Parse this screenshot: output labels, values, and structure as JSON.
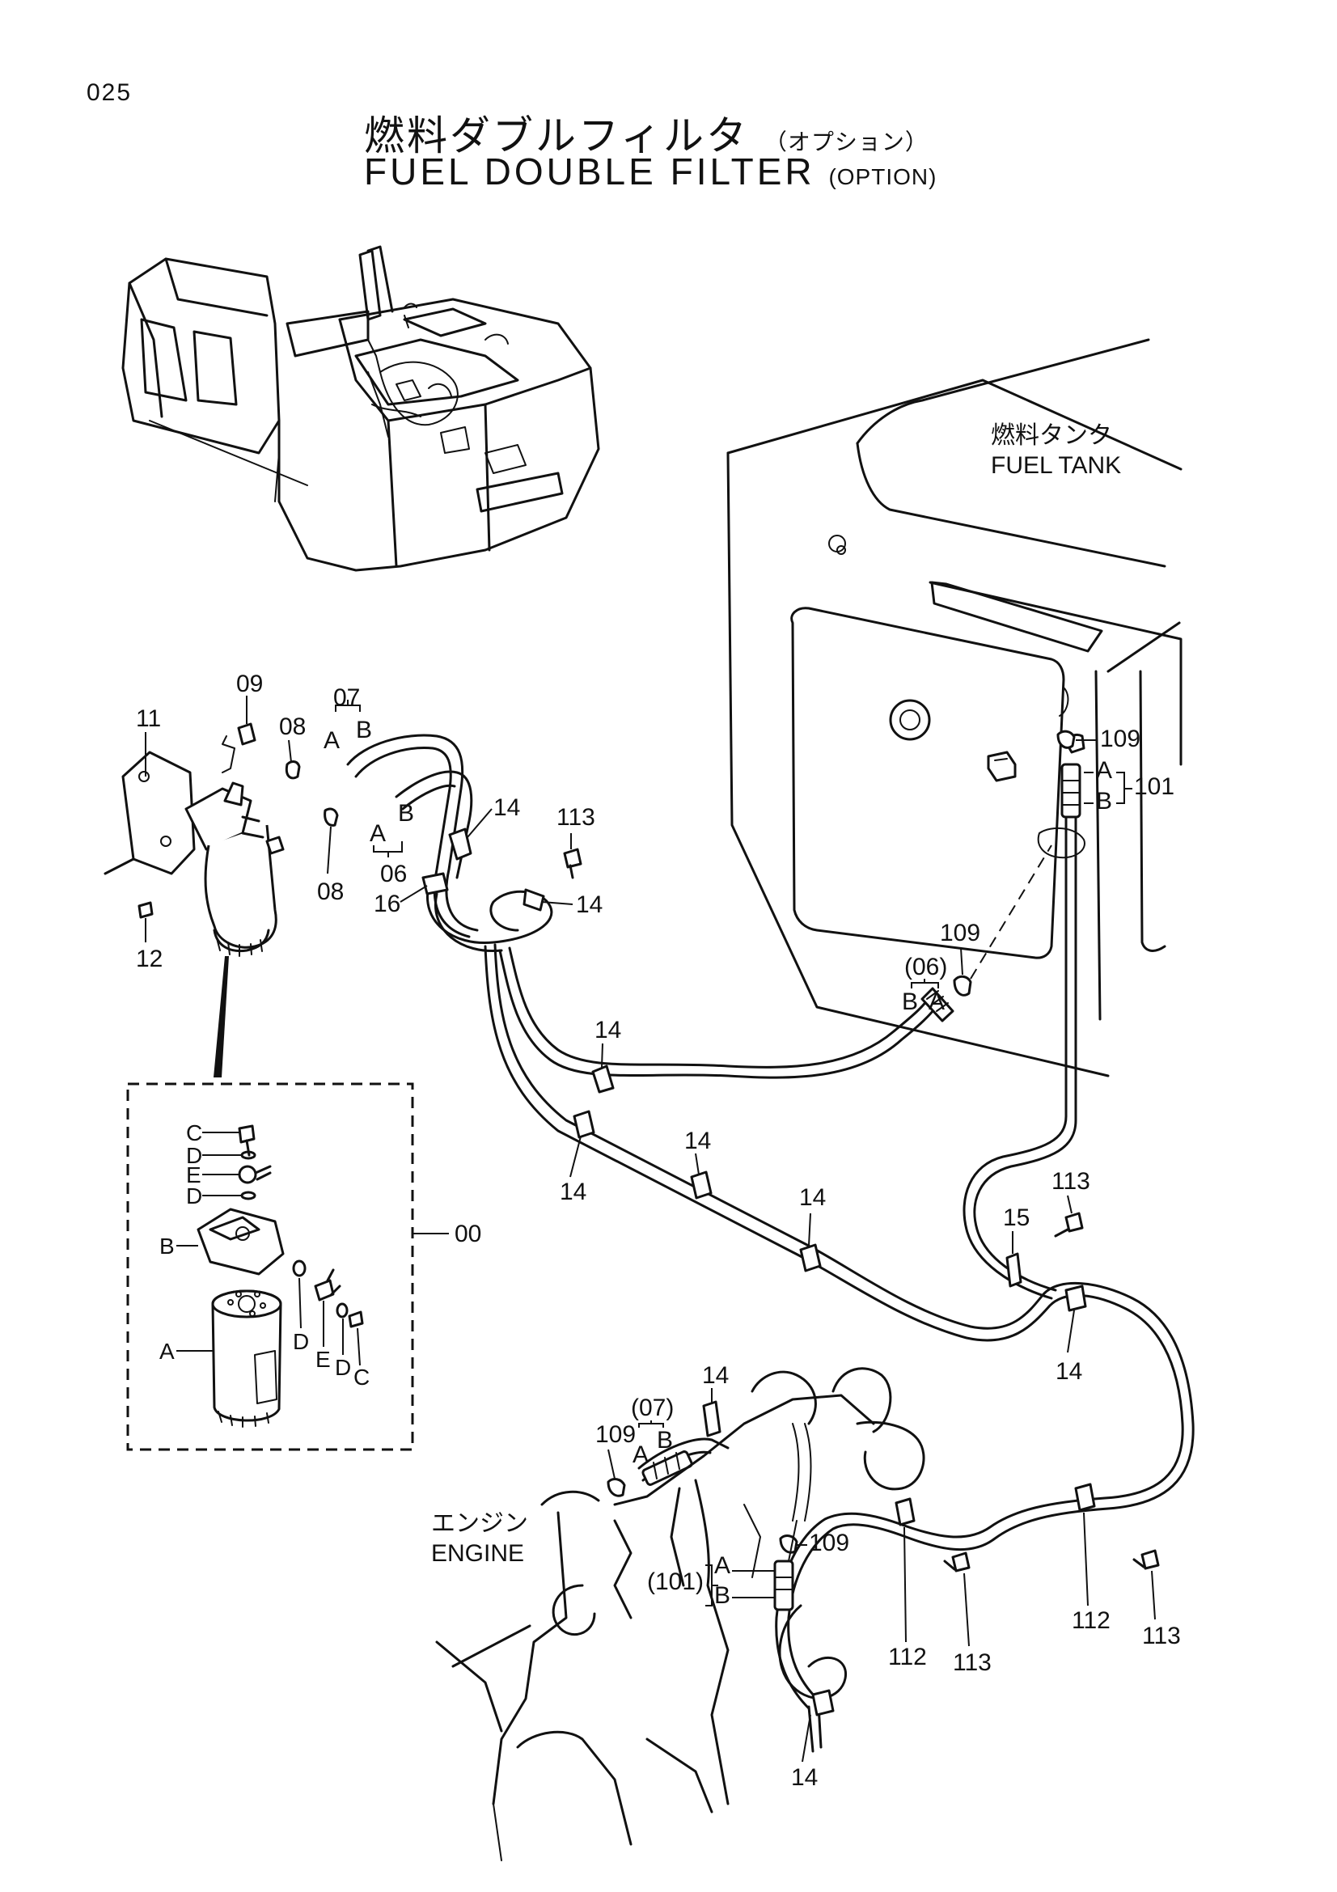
{
  "page": {
    "number": "025",
    "title_jp": "燃料ダブルフィルタ",
    "title_jp_suffix": "（オプション）",
    "title_en": "FUEL DOUBLE FILTER",
    "title_en_suffix": "(OPTION)"
  },
  "annotations": {
    "fuel_tank_jp": "燃料タンク",
    "fuel_tank_en": "FUEL TANK",
    "engine_jp": "エンジン",
    "engine_en": "ENGINE"
  },
  "parts": {
    "p00": "00",
    "p06": "06",
    "p07": "07",
    "p06_ref": "(06)",
    "p07_ref": "(07)",
    "p08": "08",
    "p09": "09",
    "p11": "11",
    "p12": "12",
    "p14": "14",
    "p15": "15",
    "p16": "16",
    "p101": "101",
    "p101_ref": "(101)",
    "p109": "109",
    "p112": "112",
    "p113": "113",
    "A": "A",
    "B": "B",
    "C": "C",
    "D": "D",
    "E": "E"
  },
  "colors": {
    "ink": "#111111",
    "paper": "#ffffff"
  }
}
